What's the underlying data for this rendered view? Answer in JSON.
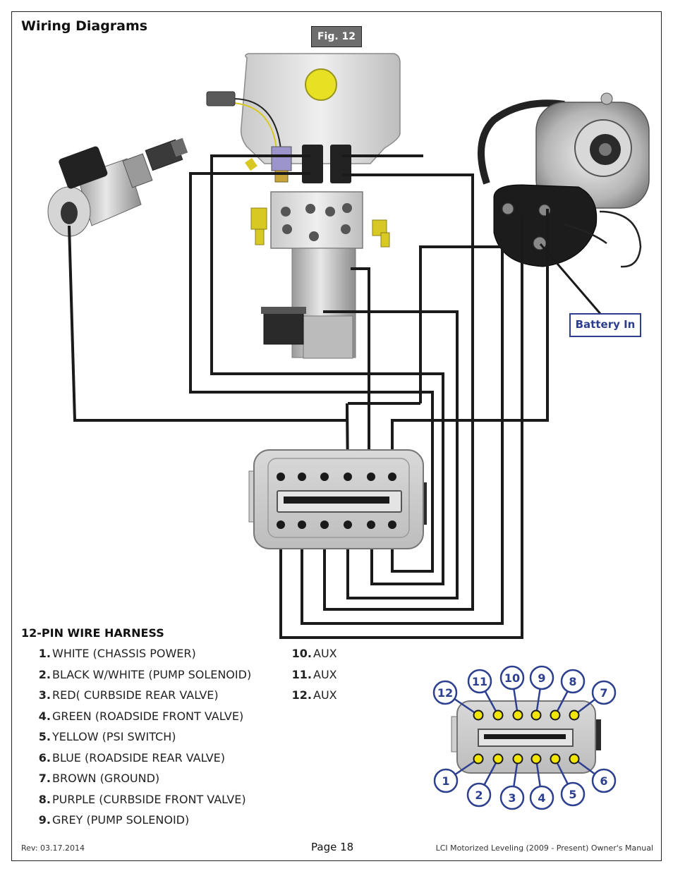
{
  "header": {
    "title": "Wiring Diagrams",
    "figure_label": "Fig. 12"
  },
  "callouts": {
    "battery_in": "Battery In"
  },
  "harness": {
    "title": "12-PIN WIRE HARNESS",
    "items_left": [
      {
        "num": "1.",
        "label": "WHITE (CHASSIS POWER)"
      },
      {
        "num": "2.",
        "label": "BLACK W/WHITE (PUMP SOLENOID)"
      },
      {
        "num": "3.",
        "label": "RED( CURBSIDE REAR VALVE)"
      },
      {
        "num": "4.",
        "label": "GREEN (ROADSIDE FRONT VALVE)"
      },
      {
        "num": "5.",
        "label": "YELLOW (PSI SWITCH)"
      },
      {
        "num": "6.",
        "label": "BLUE (ROADSIDE REAR VALVE)"
      },
      {
        "num": "7.",
        "label": "BROWN (GROUND)"
      },
      {
        "num": "8.",
        "label": "PURPLE (CURBSIDE FRONT VALVE)"
      },
      {
        "num": "9.",
        "label": "GREY (PUMP SOLENOID)"
      }
    ],
    "items_right": [
      {
        "num": "10.",
        "label": "AUX"
      },
      {
        "num": "11.",
        "label": "AUX"
      },
      {
        "num": "12.",
        "label": "AUX"
      }
    ]
  },
  "pin_key": {
    "top_row": [
      "12",
      "11",
      "10",
      "9",
      "8",
      "7"
    ],
    "bottom_row": [
      "1",
      "2",
      "3",
      "4",
      "5",
      "6"
    ],
    "badge_color": "#2d3f8f",
    "pin_color": "#f2e600"
  },
  "footer": {
    "revision": "Rev: 03.17.2014",
    "page": "Page 18",
    "manual_title": "LCI Motorized Leveling (2009 - Present) Owner's Manual"
  }
}
